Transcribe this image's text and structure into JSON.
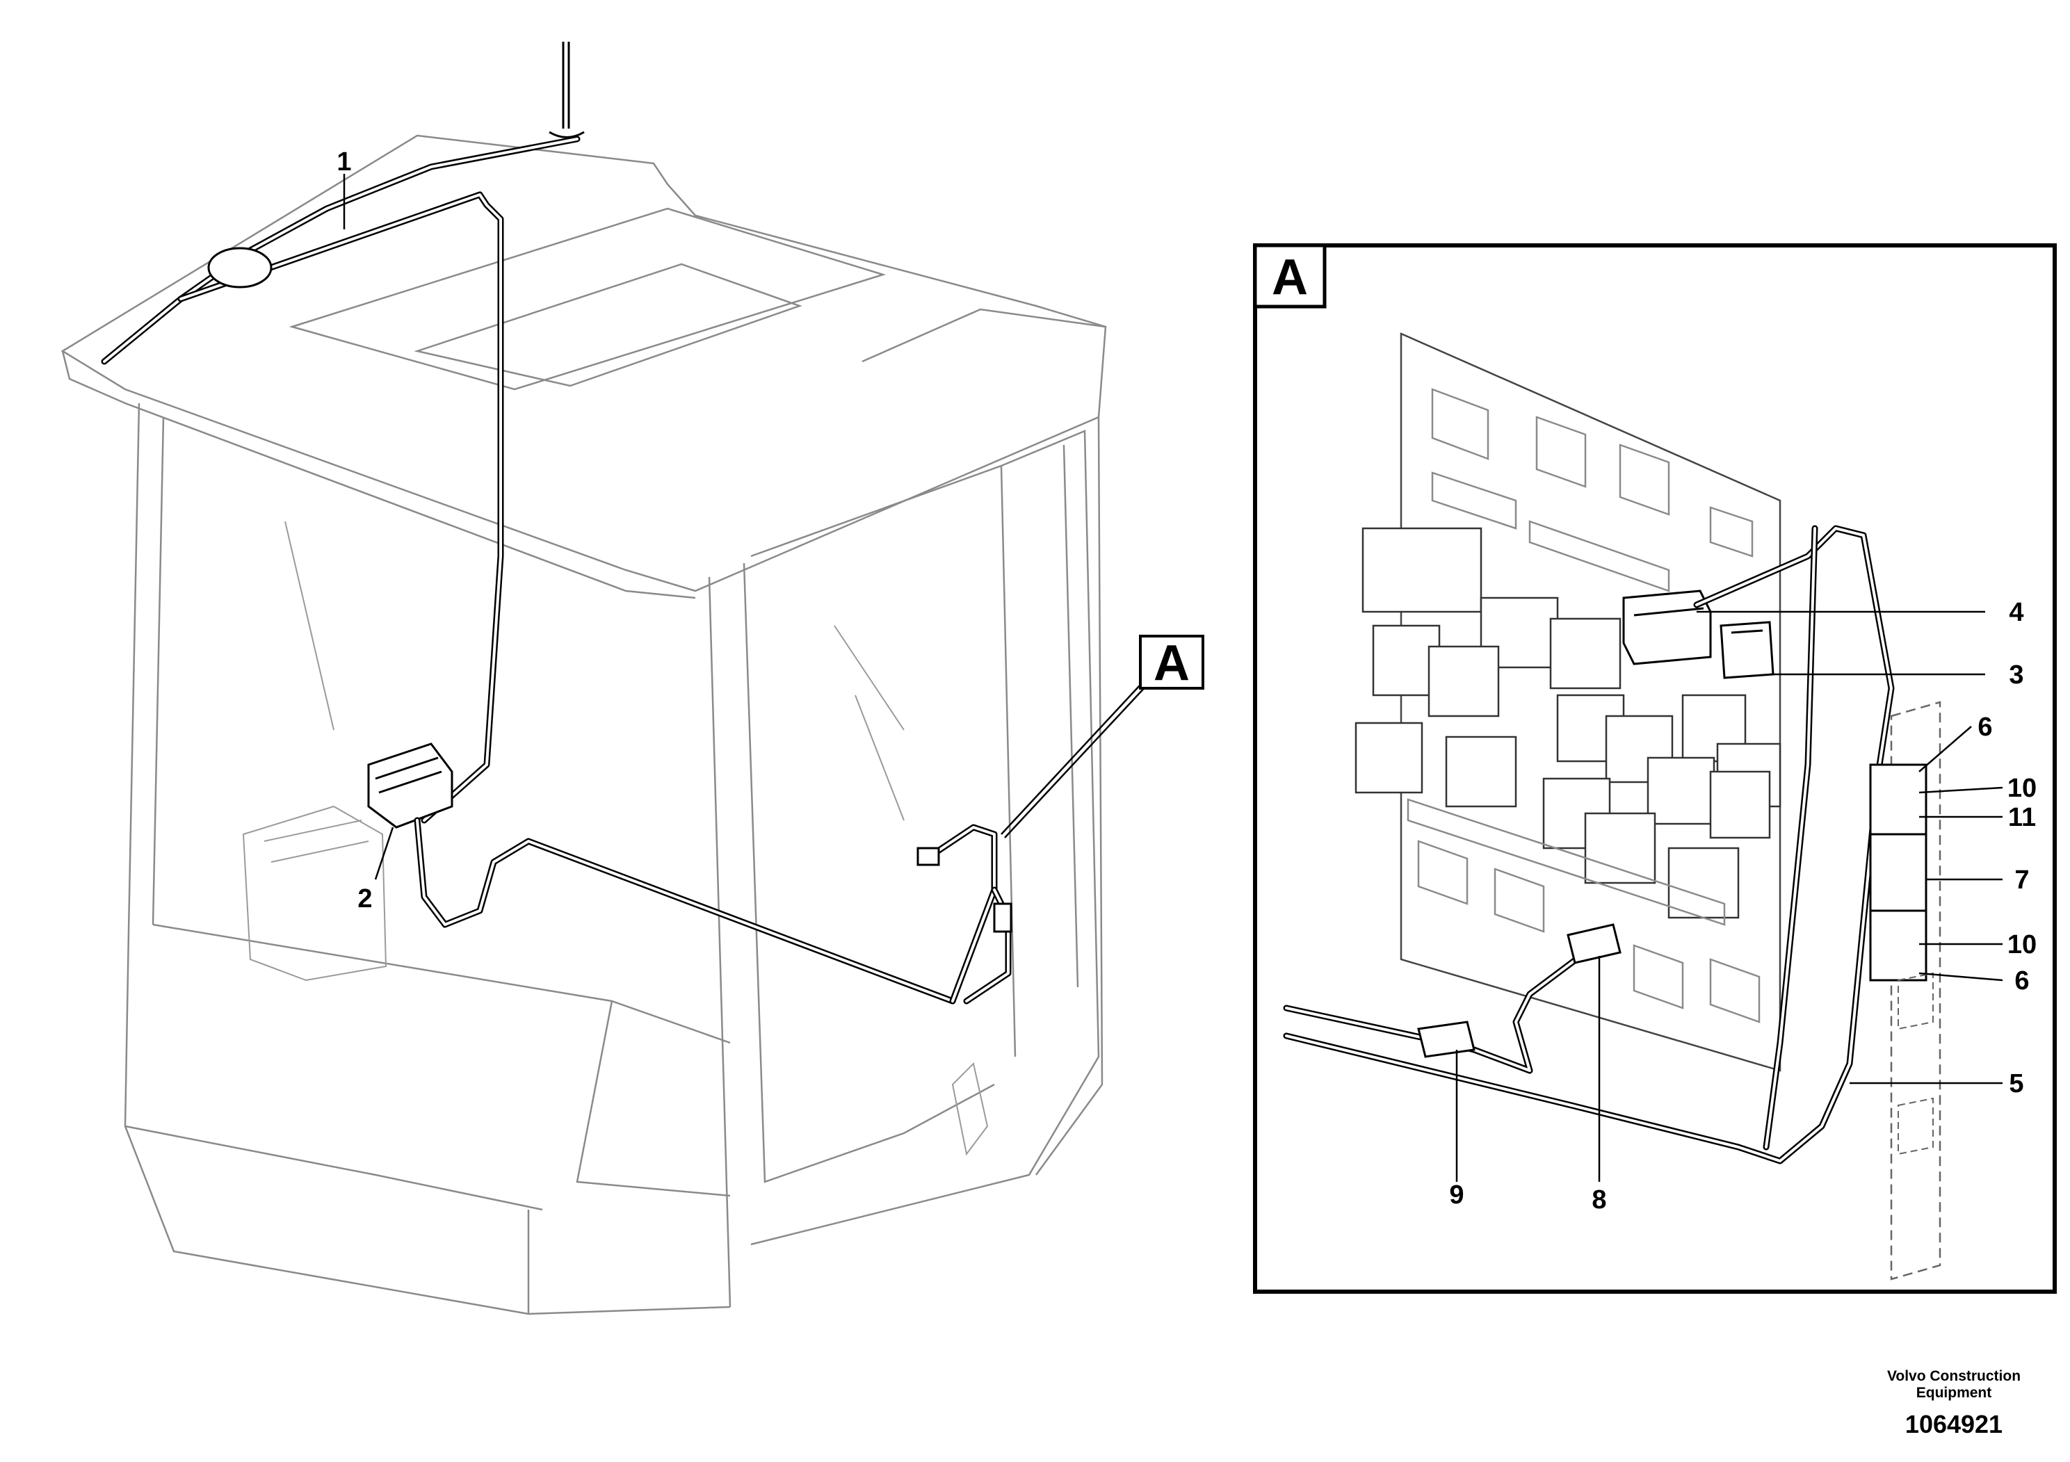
{
  "detail_letter": "A",
  "callouts": {
    "c1": "1",
    "c2": "2",
    "c3": "3",
    "c4": "4",
    "c5": "5",
    "c6a": "6",
    "c6b": "6",
    "c7": "7",
    "c8": "8",
    "c9": "9",
    "c10a": "10",
    "c10b": "10",
    "c11": "11"
  },
  "footer": {
    "company_line1": "Volvo Construction",
    "company_line2": "Equipment",
    "drawing_number": "1064921"
  }
}
